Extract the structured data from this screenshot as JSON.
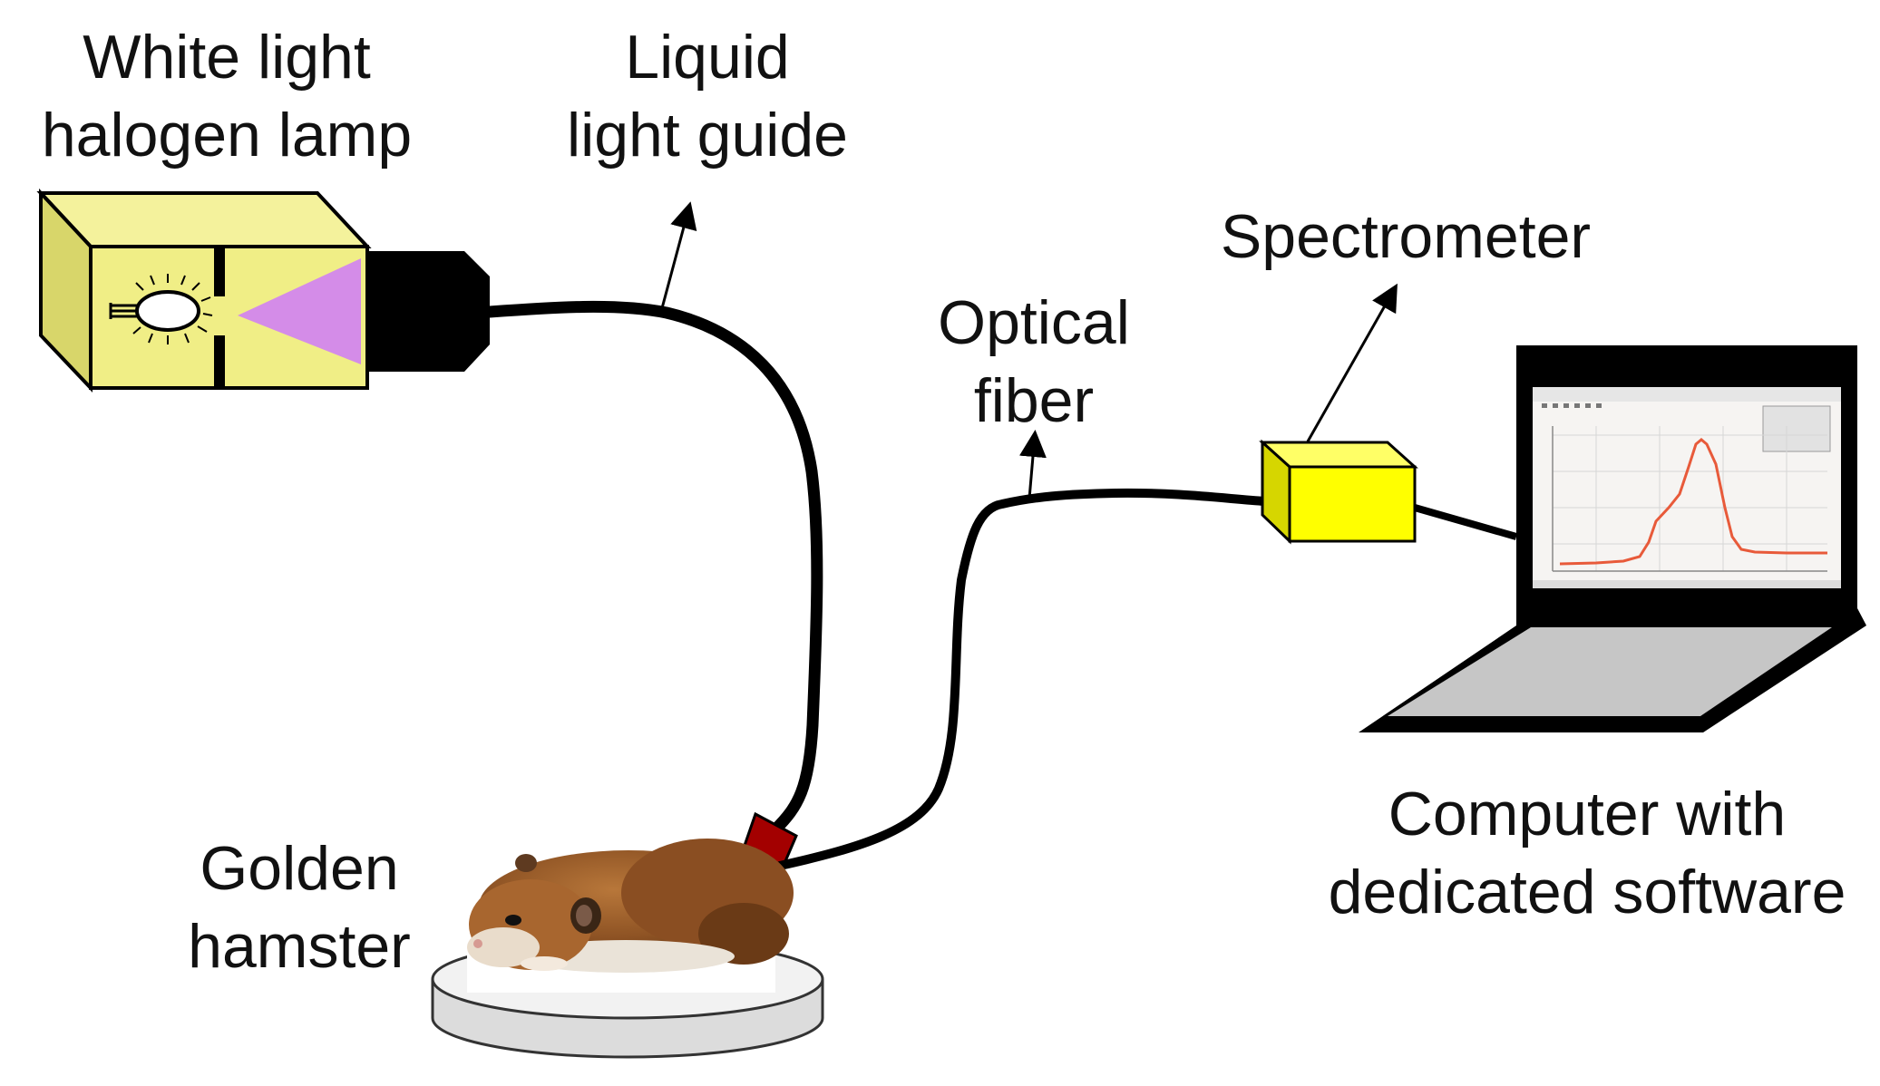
{
  "labels": {
    "lamp": {
      "line1": "White light",
      "line2": "halogen lamp"
    },
    "light_guide": {
      "line1": "Liquid",
      "line2": "light guide"
    },
    "spectrometer": {
      "line1": "Spectrometer"
    },
    "optical_fiber": {
      "line1": "Optical",
      "line2": "fiber"
    },
    "computer": {
      "line1": "Computer with",
      "line2": "dedicated software"
    },
    "hamster": {
      "line1": "Golden",
      "line2": "hamster"
    }
  },
  "colors": {
    "lamp_box": "#f0ee86",
    "lamp_prism": "#d48ce8",
    "spectrometer_box": "#ffff00",
    "probe_tip": "#a30000",
    "cable": "#000000",
    "laptop_base": "#c6c6c6",
    "spectrum_curve": "#e85a3a"
  },
  "icons": [
    "light-bulb-icon",
    "hamster-image",
    "laptop-icon",
    "spectrum-plot-image"
  ]
}
